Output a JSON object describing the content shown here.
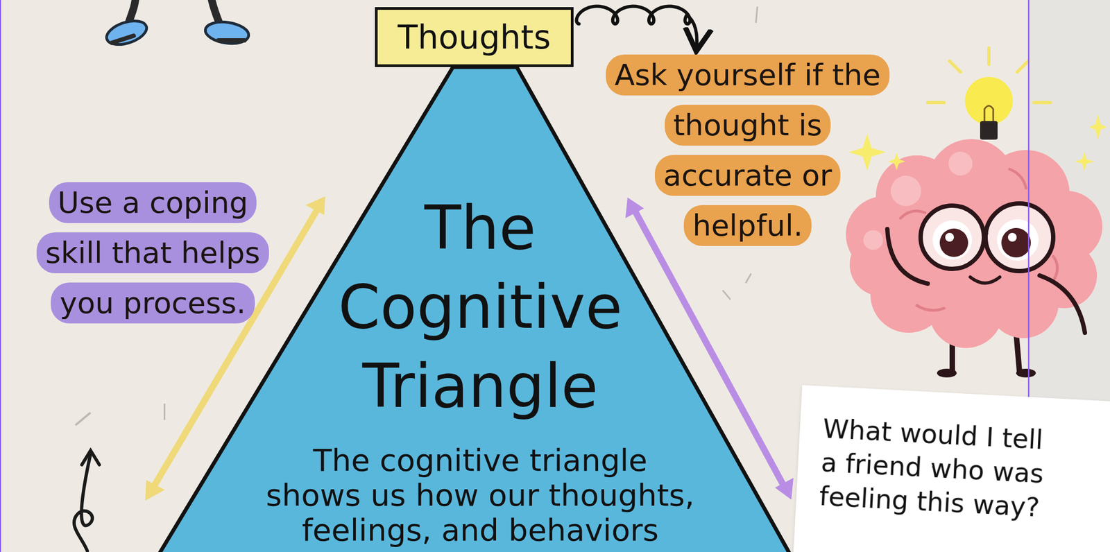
{
  "diagram": {
    "nodes": [
      {
        "text": [
          "Thoughts"
        ]
      },
      {
        "text": [
          "Ask yourself if the thought is accurate or helpful."
        ]
      },
      {
        "text": [
          "Use a coping skill that helps you process."
        ]
      },
      {
        "text": [
          "The Cognitive Triangle",
          "The cognitive triangle shows us how our thoughts, feelings, and behaviors"
        ]
      },
      {
        "text": [
          "What would I tell a friend who was feeling this way?"
        ]
      }
    ],
    "edges": [
      {
        "from": 0,
        "to": 1,
        "arrow": "to"
      }
    ]
  }
}
